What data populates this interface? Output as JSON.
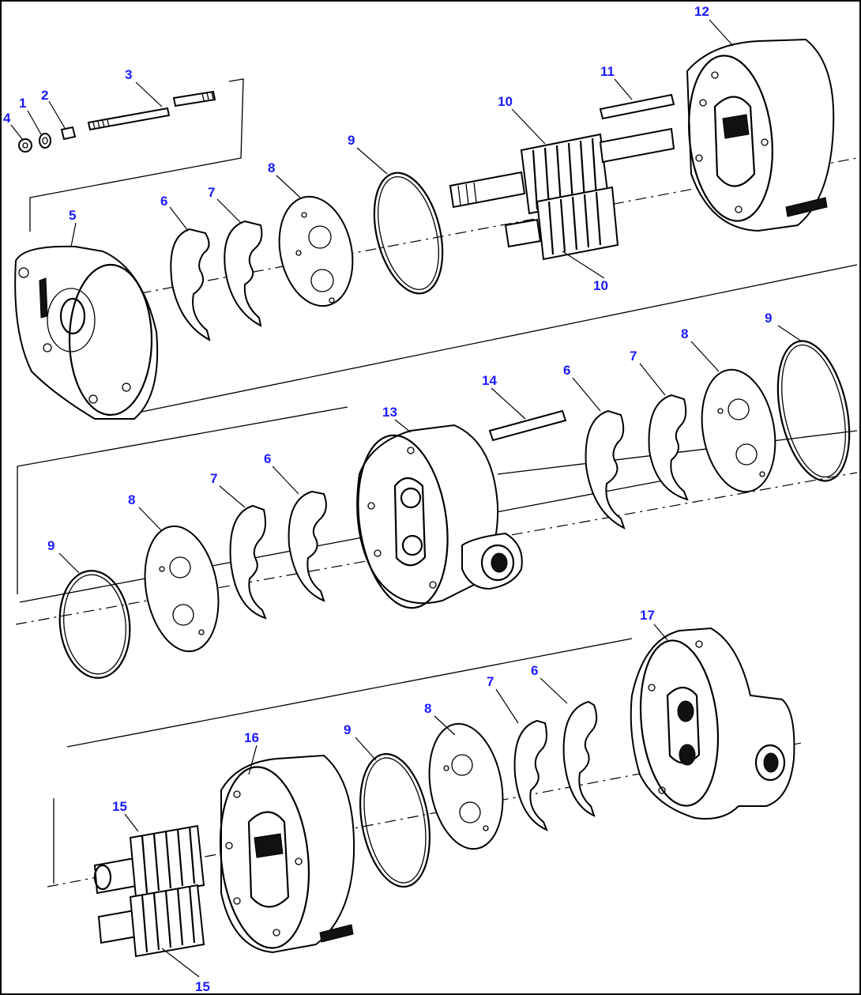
{
  "callouts": {
    "c1": "1",
    "c2": "2",
    "c3": "3",
    "c4": "4",
    "c5": "5",
    "c6a": "6",
    "c6b": "6",
    "c6c": "6",
    "c6d": "6",
    "c7a": "7",
    "c7b": "7",
    "c7c": "7",
    "c7d": "7",
    "c8a": "8",
    "c8b": "8",
    "c8c": "8",
    "c8d": "8",
    "c9a": "9",
    "c9b": "9",
    "c9c": "9",
    "c9d": "9",
    "c10a": "10",
    "c10b": "10",
    "c11": "11",
    "c12": "12",
    "c13": "13",
    "c14": "14",
    "c15a": "15",
    "c15b": "15",
    "c16": "16",
    "c17": "17"
  },
  "colors": {
    "callout": "#1a1aff",
    "line": "#000000",
    "background": "#ffffff"
  }
}
